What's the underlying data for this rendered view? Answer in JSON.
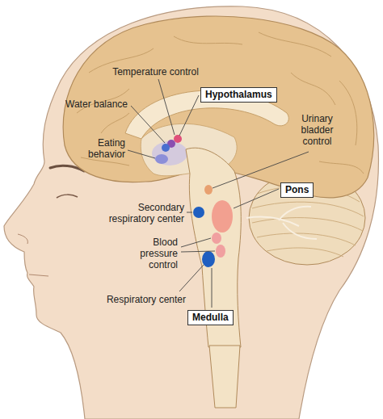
{
  "diagram": {
    "nodes": [
      {
        "text": [
          "Hypothalamus"
        ]
      },
      {
        "text": [
          "Pons"
        ]
      },
      {
        "text": [
          "Medulla"
        ]
      }
    ],
    "labels": [
      "Temperature control",
      "Water balance",
      "Eating behavior",
      "Urinary bladder control",
      "Secondary respiratory center",
      "Blood pressure control",
      "Respiratory center"
    ]
  }
}
